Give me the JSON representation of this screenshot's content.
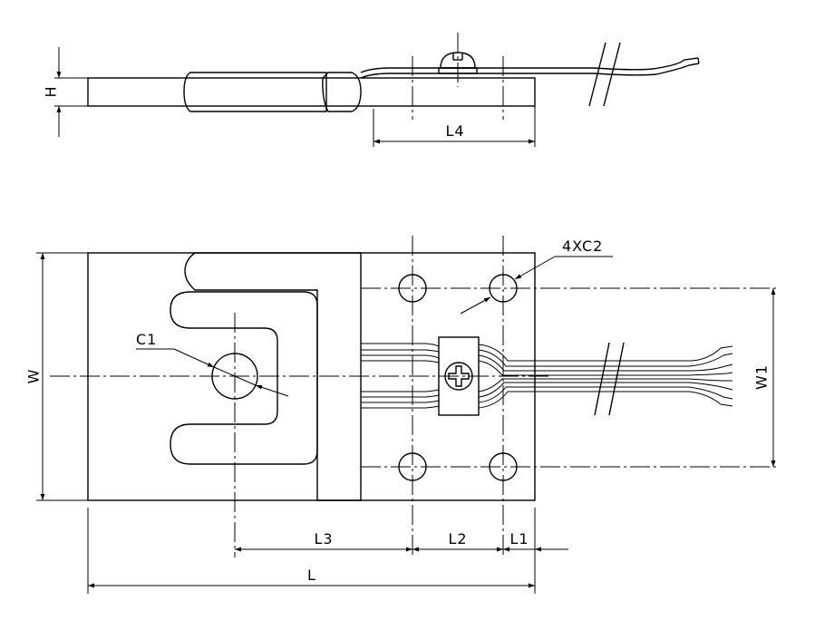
{
  "labels": {
    "h": "H",
    "l4": "L4",
    "c2": "4XC2",
    "c1": "C1",
    "w": "W",
    "w1": "W1",
    "l3": "L3",
    "l2": "L2",
    "l1": "L1",
    "l": "L"
  },
  "colors": {
    "stroke": "#000000",
    "background": "#ffffff"
  }
}
